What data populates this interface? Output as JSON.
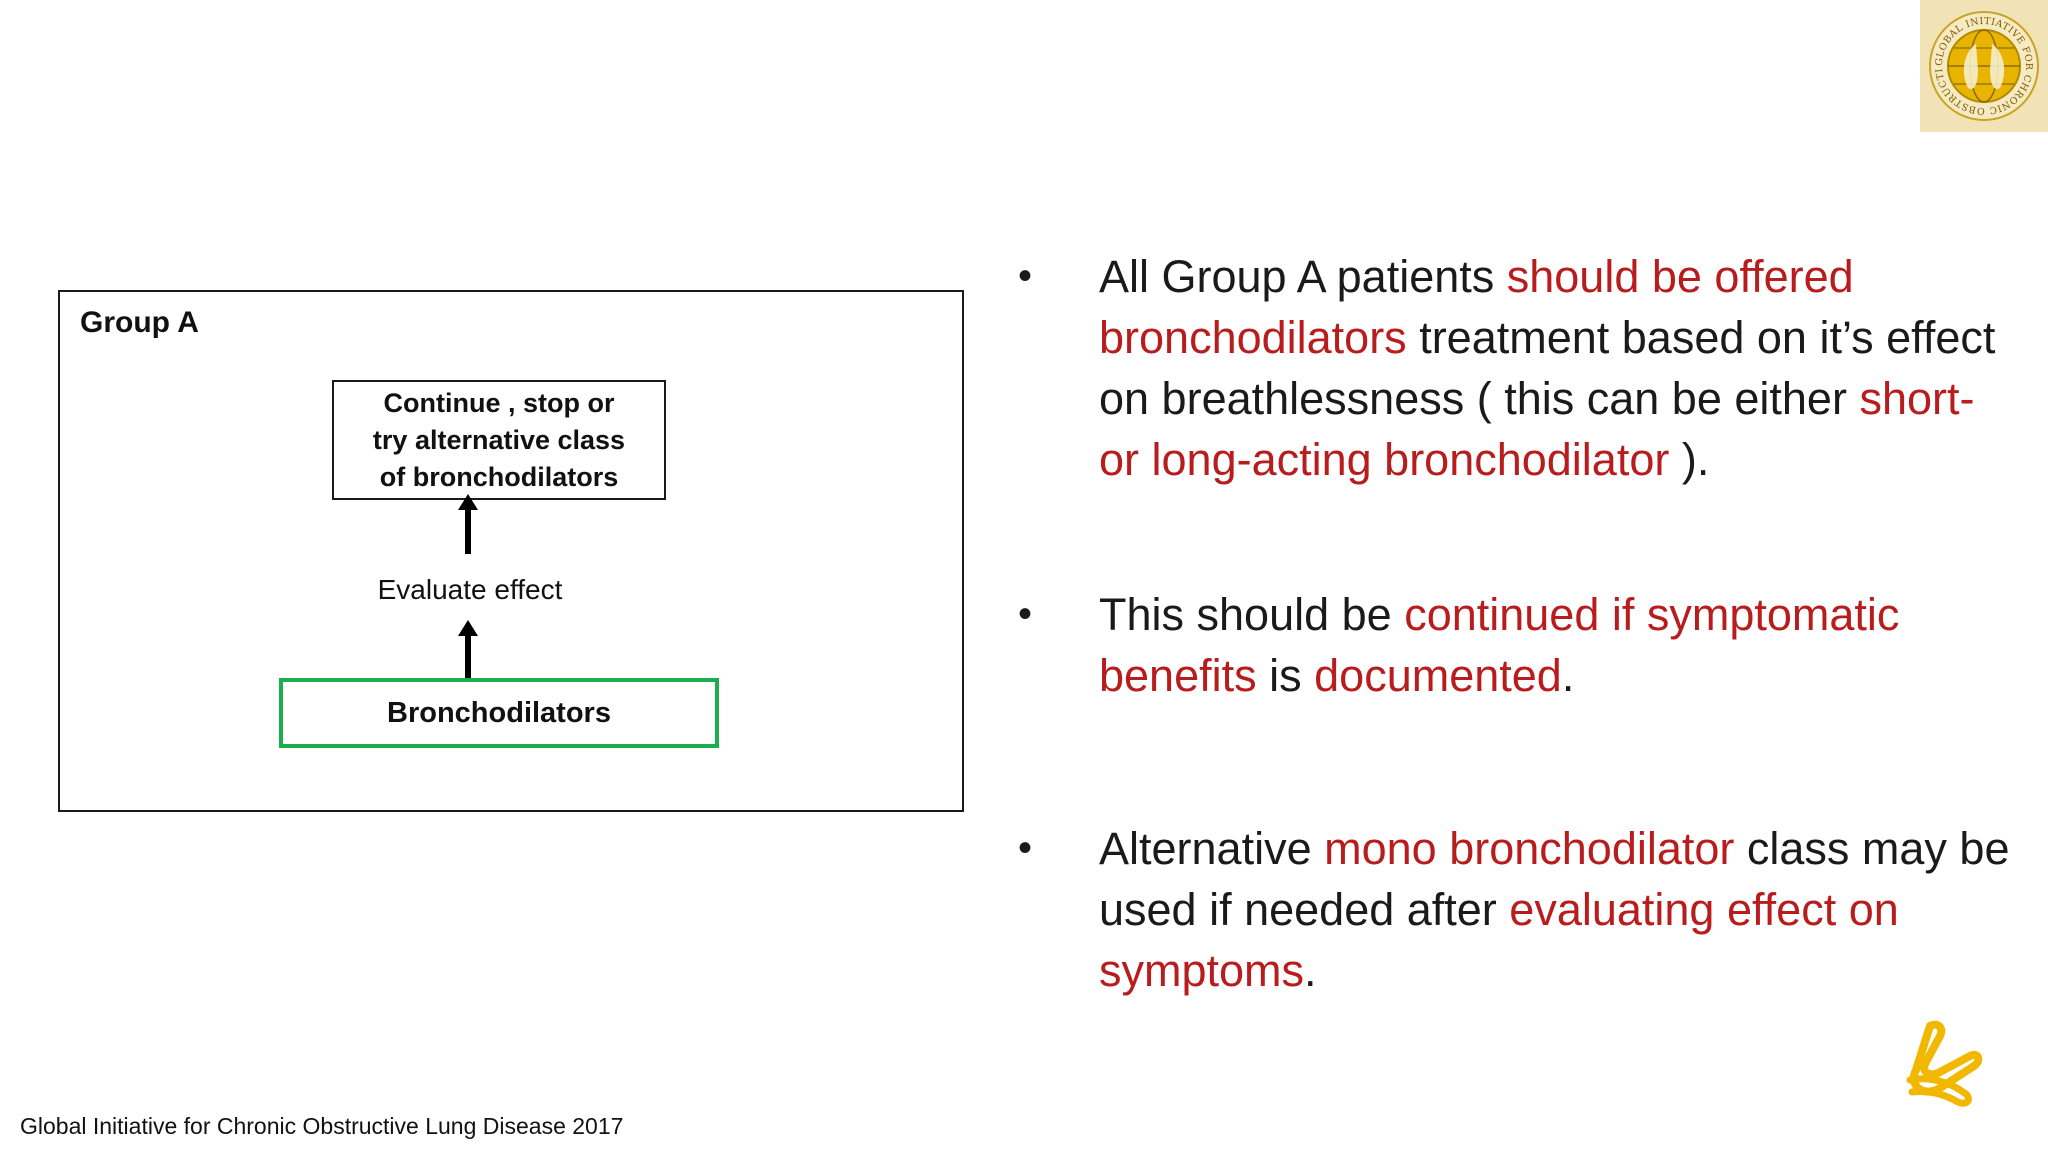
{
  "logo_top_right": {
    "icon": "gold-initiative-seal-icon",
    "seal_text": "GLOBAL INITIATIVE FOR CHRONIC OBSTRUCTIVE LUNG DISEASE",
    "color": "#e8b400"
  },
  "diagram": {
    "group_title": "Group A",
    "top_box_lines": [
      "Continue , stop or",
      "try alternative class",
      "of bronchodilators"
    ],
    "evaluate_label": "Evaluate effect",
    "bottom_box_label": "Bronchodilators",
    "bottom_box_border_color": "#1cad4e"
  },
  "bullets": [
    {
      "segments": [
        {
          "text": "All Group A patients ",
          "highlight": false
        },
        {
          "text": "should be offered bronchodilators",
          "highlight": true
        },
        {
          "text": " treatment based on it’s effect on breathlessness ( this can be either ",
          "highlight": false
        },
        {
          "text": "short- or long-acting bronchodilator",
          "highlight": true
        },
        {
          "text": " ).",
          "highlight": false
        }
      ]
    },
    {
      "segments": [
        {
          "text": "This should be ",
          "highlight": false
        },
        {
          "text": "continued if symptomatic benefits",
          "highlight": true
        },
        {
          "text": " is ",
          "highlight": false
        },
        {
          "text": "documented",
          "highlight": true
        },
        {
          "text": ".",
          "highlight": false
        }
      ]
    },
    {
      "segments": [
        {
          "text": "Alternative ",
          "highlight": false
        },
        {
          "text": "mono bronchodilator",
          "highlight": true
        },
        {
          "text": " class may be used if needed after ",
          "highlight": false
        },
        {
          "text": "evaluating effect on symptoms",
          "highlight": true
        },
        {
          "text": ".",
          "highlight": false
        }
      ]
    }
  ],
  "bullet_symbol": "•",
  "highlight_color": "#b91c1c",
  "footer_text": "Global Initiative for Chronic Obstructive Lung Disease 2017",
  "logo_bottom_right": {
    "icon": "astrazeneca-logo-icon",
    "color": "#f2b800"
  }
}
